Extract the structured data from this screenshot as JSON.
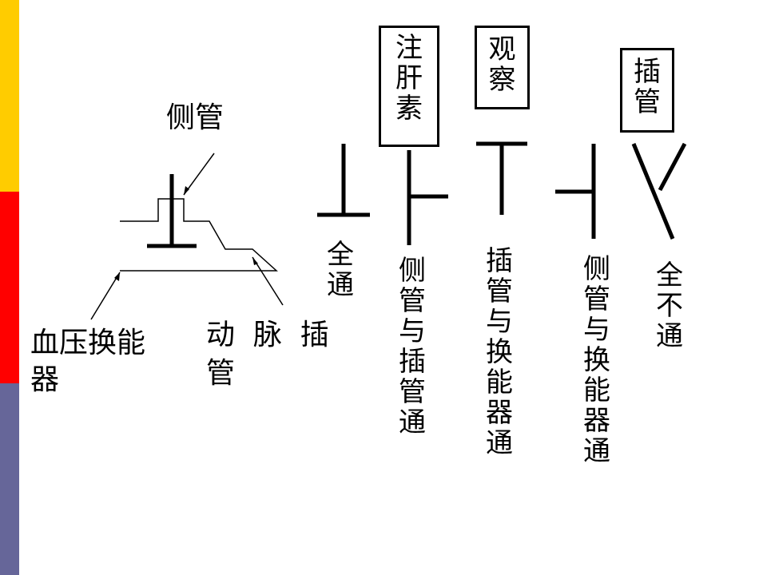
{
  "colors": {
    "bar_top": "#ffcc00",
    "bar_middle": "#ff0000",
    "bar_bottom": "#666699"
  },
  "left_diagram": {
    "side_tube_label": "侧管",
    "transducer_label": [
      "血压换能",
      "器"
    ],
    "arterial_label": [
      "动  脉  插",
      "管"
    ]
  },
  "stopcocks": [
    {
      "state_label": "全通",
      "top_box": null
    },
    {
      "state_label": "侧管与插管通",
      "top_box": "注肝素"
    },
    {
      "state_label": "插管与换能器通",
      "top_box": "观察"
    },
    {
      "state_label": "侧管与换能器通",
      "top_box": null
    },
    {
      "state_label": "全不通",
      "top_box": "插管"
    }
  ]
}
